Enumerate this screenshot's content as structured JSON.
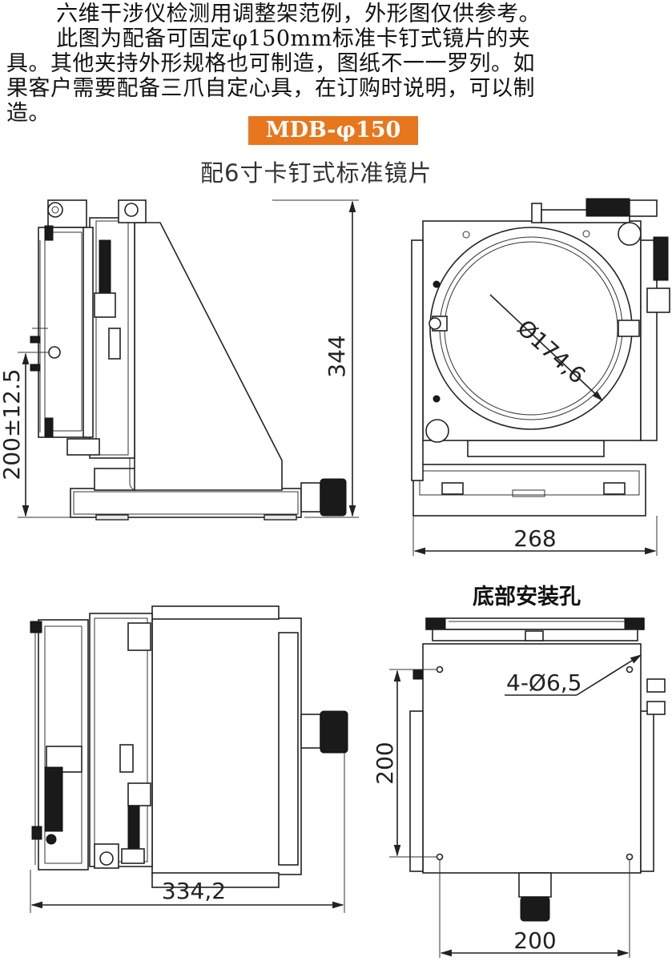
{
  "intro": {
    "line1": "六维干涉仪检测用调整架范例，外形图仅供参考。",
    "line2": "此图为配备可固定φ150mm标准卡钉式镜片的夹",
    "line3": "具。其他夹持外形规格也可制造，图纸不一一罗列。如",
    "line4": "果客户需要配备三爪自定心具，在订购时说明，可以制",
    "line5": "造。"
  },
  "badge": "MDB-φ150",
  "subtitle": "配6寸卡钉式标准镜片",
  "section_label": "底部安装孔",
  "dimensions": {
    "side_height": "344",
    "side_center_height": "200±12.5",
    "front_width": "268",
    "bore_diameter": "Ø174,6",
    "top_length": "334,2",
    "bottom_holes": "4-Ø6,5",
    "bottom_hole_spacing_v": "200",
    "bottom_hole_spacing_h": "200"
  },
  "colors": {
    "badge_bg": "#e8761c",
    "badge_text": "#ffffff",
    "line": "#222222"
  }
}
